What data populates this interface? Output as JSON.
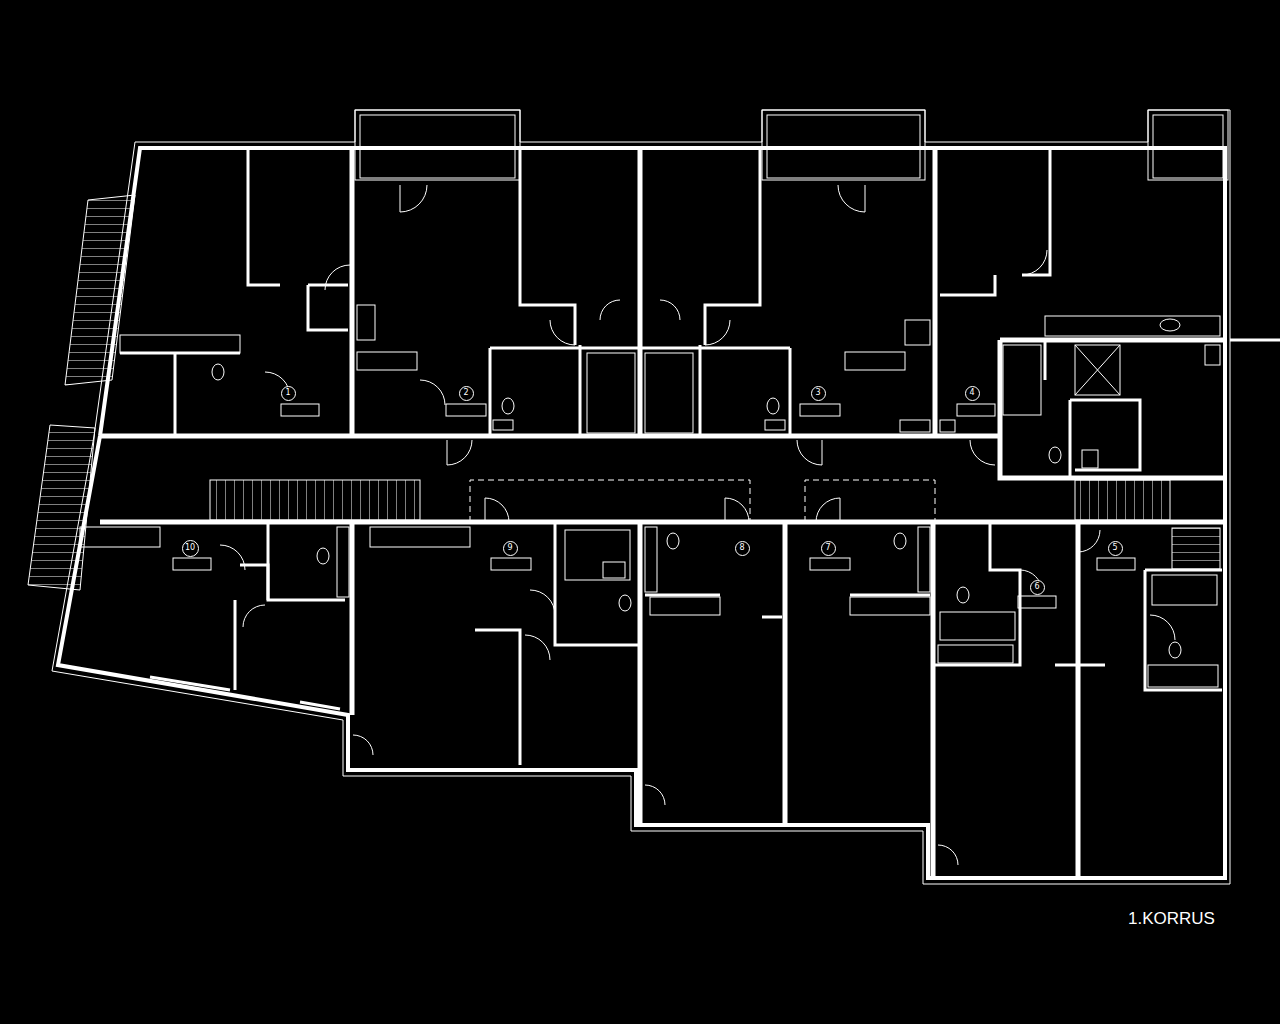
{
  "diagram": {
    "nodes": [
      {
        "text": [
          "1"
        ]
      },
      {
        "text": [
          "2"
        ]
      },
      {
        "text": [
          "3"
        ]
      },
      {
        "text": [
          "4"
        ]
      },
      {
        "text": [
          "10"
        ]
      },
      {
        "text": [
          "9"
        ]
      },
      {
        "text": [
          "8"
        ]
      },
      {
        "text": [
          "7"
        ]
      },
      {
        "text": [
          "6"
        ]
      },
      {
        "text": [
          "5"
        ]
      }
    ],
    "labels": [
      "1.KORRUS"
    ]
  }
}
